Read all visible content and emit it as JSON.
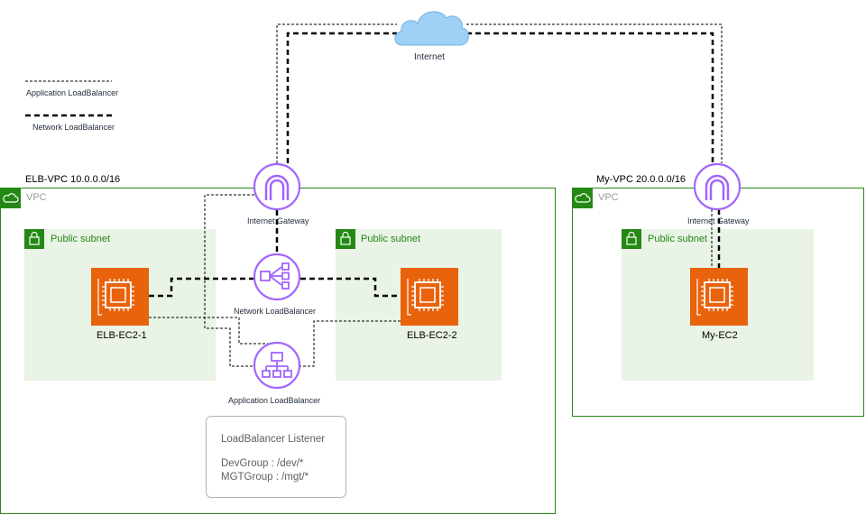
{
  "legend": {
    "alb_label": "Application LoadBalancer",
    "nlb_label": "Network LoadBalancer"
  },
  "internet": {
    "label": "Internet"
  },
  "vpc_left": {
    "title": "ELB-VPC 10.0.0.0/16",
    "badge": "VPC",
    "gateway_label": "Internet Gateway",
    "subnet_a": {
      "label": "Public subnet"
    },
    "subnet_b": {
      "label": "Public subnet"
    },
    "ec2_1": {
      "label": "ELB-EC2-1"
    },
    "ec2_2": {
      "label": "ELB-EC2-2"
    },
    "nlb_label": "Network LoadBalancer",
    "alb_label": "Application LoadBalancer"
  },
  "vpc_right": {
    "title": "My-VPC 20.0.0.0/16",
    "badge": "VPC",
    "gateway_label": "Internet Gateway",
    "subnet": {
      "label": "Public subnet"
    },
    "ec2": {
      "label": "My-EC2"
    }
  },
  "listener": {
    "title": "LoadBalancer Listener",
    "rule_1": "DevGroup : /dev/*",
    "rule_2": "MGTGroup : /mgt/*"
  },
  "colors": {
    "vpc_border": "#248814",
    "subnet_fill": "#e9f3e6",
    "subnet_icon": "#248814",
    "ec2_orange": "#e9630c",
    "lb_purple": "#a166ff",
    "cloud_blue": "#9fd0f5"
  }
}
